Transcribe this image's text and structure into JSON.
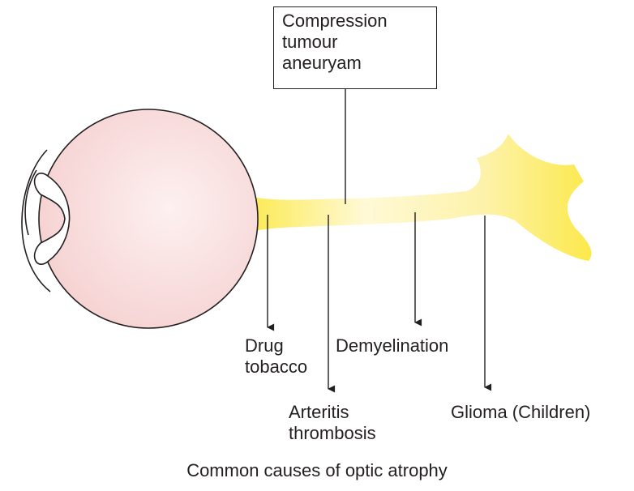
{
  "diagram": {
    "caption": "Common causes of optic atrophy",
    "colors": {
      "eyeball_fill": "#f6d6d6",
      "eyeball_highlight": "#fdf0f0",
      "nerve_fill": "#fce94b",
      "nerve_highlight": "#fffbe0",
      "line": "#231f20",
      "background": "#ffffff"
    },
    "labels": {
      "compression": [
        "Compression",
        "tumour",
        "aneuryam"
      ],
      "drug": [
        "Drug",
        "tobacco"
      ],
      "arteritis": [
        "Arteritis",
        "thrombosis"
      ],
      "demyelination": [
        "Demyelination"
      ],
      "glioma": [
        "Glioma (Children)"
      ]
    }
  }
}
